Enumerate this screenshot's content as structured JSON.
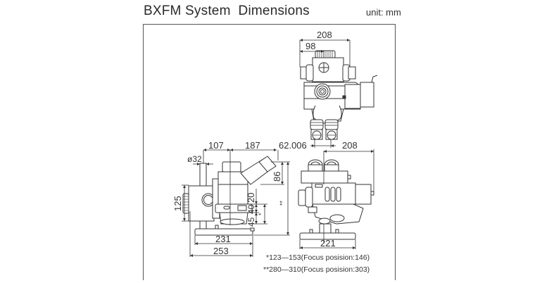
{
  "header": {
    "title": "BXFM System  Dimensions",
    "unit": "unit: mm"
  },
  "top_view": {
    "dimensions": {
      "overall_width": "208",
      "optical_axis_offset": "98"
    }
  },
  "side_view": {
    "dimensions": {
      "pillar_diameter": "ø32",
      "pillar_to_axis": "107",
      "axis_to_eyepiece": "187",
      "eyepiece_height": "86",
      "clamp_height": "125",
      "d20": "20",
      "d40": "40",
      "d45": "45",
      "base_width": "231",
      "overall_depth": "253",
      "single_mark": "*",
      "double_mark": "**"
    }
  },
  "front_view": {
    "dimensions": {
      "interpupillary": "62.006",
      "overall_width": "208",
      "base_width": "221"
    }
  },
  "notes": [
    "*123—153(Focus posision:146)",
    "**280—310(Focus posision:303)"
  ]
}
